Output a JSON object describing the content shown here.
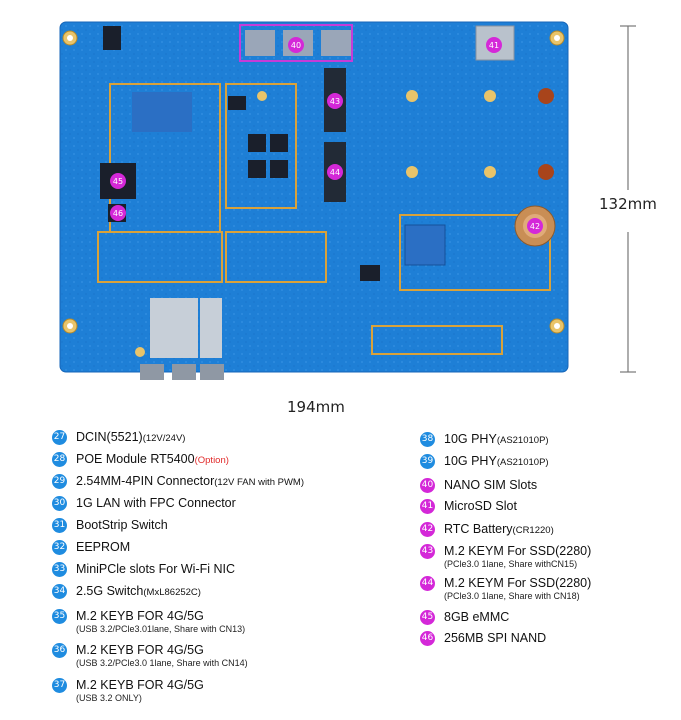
{
  "dimensions": {
    "height": "132mm",
    "width": "194mm"
  },
  "board_markers": [
    "40",
    "41",
    "42",
    "43",
    "44",
    "45",
    "46"
  ],
  "colors": {
    "board": "#1e7fd6",
    "board_dark": "#1565b8",
    "callout_blue": "#1f8ce0",
    "callout_magenta": "#d428d8",
    "option_red": "#e12b2b",
    "outline_gold": "#d9a23a"
  },
  "legend_left": [
    {
      "num": "27",
      "label": "DCIN(5521)",
      "small": "(12V/24V)"
    },
    {
      "num": "28",
      "label": "POE Module RT5400",
      "option": "(Option)"
    },
    {
      "num": "29",
      "label": "2.54MM-4PIN Connector",
      "small": "(12V FAN with PWM)"
    },
    {
      "num": "30",
      "label": "1G LAN with FPC Connector"
    },
    {
      "num": "31",
      "label": "BootStrip Switch"
    },
    {
      "num": "32",
      "label": "EEPROM"
    },
    {
      "num": "33",
      "label": "MiniPCle slots For Wi-Fi NIC"
    },
    {
      "num": "34",
      "label": "2.5G Switch",
      "small": "(MxL86252C)"
    },
    {
      "num": "35",
      "label": "M.2 KEYB FOR 4G/5G",
      "sub": "(USB 3.2/PCle3.01lane, Share with CN13)"
    },
    {
      "num": "36",
      "label": "M.2 KEYB FOR 4G/5G",
      "sub": "(USB 3.2/PCle3.0 1lane, Share with CN14)"
    },
    {
      "num": "37",
      "label": "M.2 KEYB FOR 4G/5G",
      "sub": "(USB 3.2 ONLY)"
    }
  ],
  "legend_right": [
    {
      "num": "38",
      "label": "10G PHY",
      "small": "(AS21010P)"
    },
    {
      "num": "39",
      "label": "10G PHY",
      "small": "(AS21010P)"
    },
    {
      "num": "40",
      "label": "NANO SIM Slots"
    },
    {
      "num": "41",
      "label": "MicroSD Slot"
    },
    {
      "num": "42",
      "label": "RTC Battery",
      "small": "(CR1220)"
    },
    {
      "num": "43",
      "label": "M.2 KEYM For SSD(2280)",
      "sub": "(PCle3.0 1lane, Share withCN15)"
    },
    {
      "num": "44",
      "label": "M.2 KEYM For SSD(2280)",
      "sub": "(PCle3.0 1lane, Share with CN18)"
    },
    {
      "num": "45",
      "label": "8GB eMMC"
    },
    {
      "num": "46",
      "label": "256MB SPI NAND"
    }
  ]
}
